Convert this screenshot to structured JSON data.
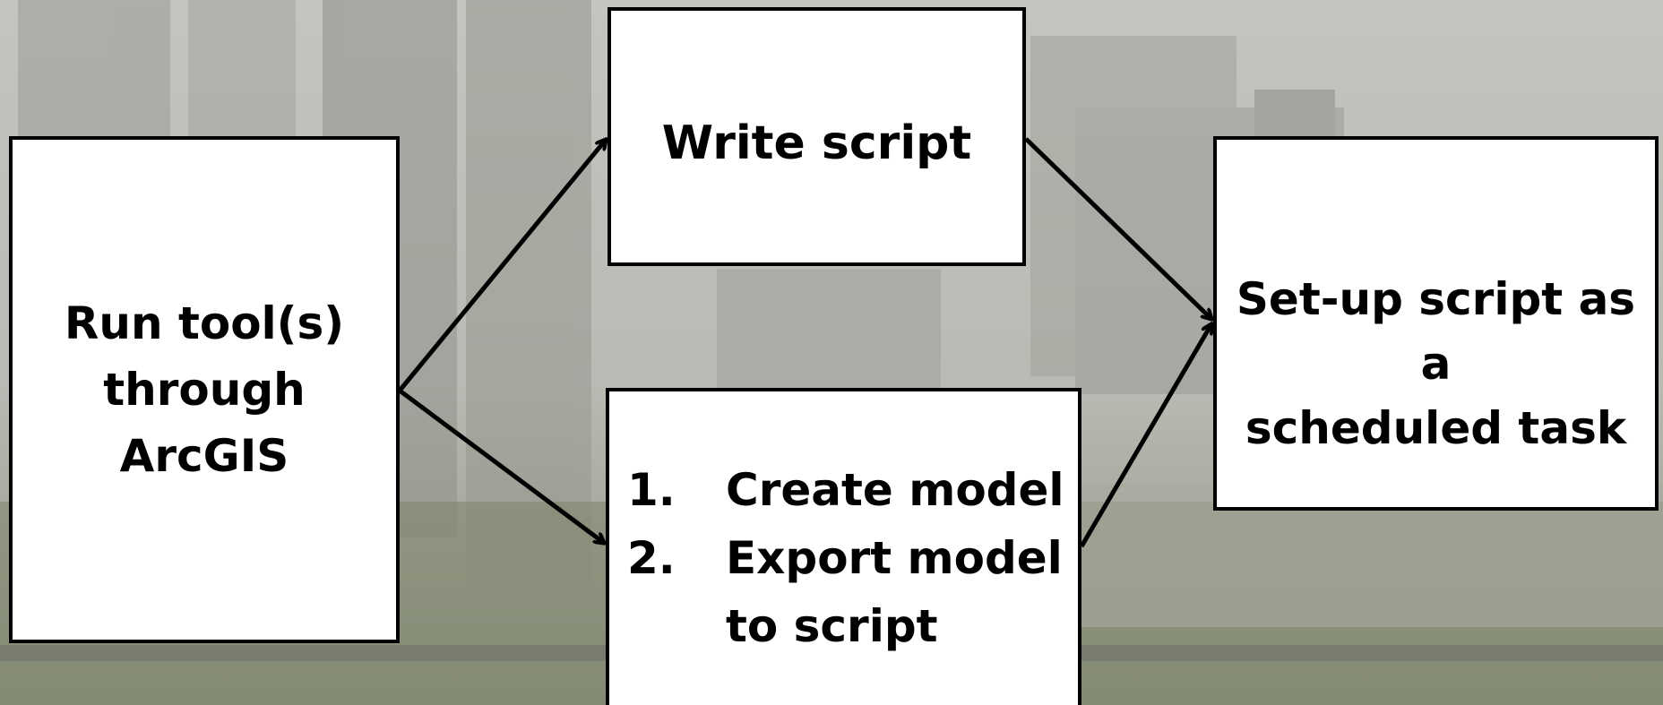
{
  "nodes": {
    "run_tools": {
      "lines": [
        "Run tool(s)",
        "through",
        "ArcGIS"
      ]
    },
    "write_script": {
      "label": "Write script"
    },
    "model": {
      "items": [
        {
          "number": "1.",
          "lines": [
            "Create model"
          ]
        },
        {
          "number": "2.",
          "lines": [
            "Export model",
            "to script"
          ]
        }
      ]
    },
    "setup_task": {
      "lines": [
        "Set-up script as a",
        "scheduled task"
      ]
    }
  },
  "colors": {
    "box_fill": "#ffffff",
    "stroke": "#000000",
    "background_sky": "#c9c9c5",
    "background_ground": "#6f7a5c"
  }
}
